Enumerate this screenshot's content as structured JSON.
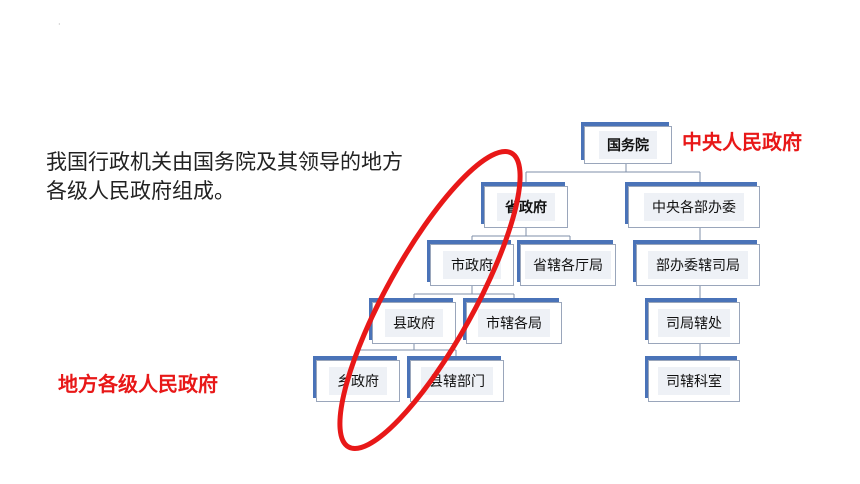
{
  "intro_text": "我国行政机关由国务院及其领导的地方各级人民政府组成。",
  "label_central": "中央人民政府",
  "label_local": "地方各级人民政府",
  "accent_color": "#e81818",
  "node_shadow_color": "#4a73b8",
  "nodes": {
    "state_council": "国务院",
    "provincial_gov": "省政府",
    "central_ministries": "中央各部办委",
    "municipal_gov": "市政府",
    "provincial_depts": "省辖各厅局",
    "ministry_bureaus": "部办委辖司局",
    "county_gov": "县政府",
    "municipal_bureaus": "市辖各局",
    "bureau_divisions": "司局辖处",
    "township_gov": "乡政府",
    "county_depts": "县辖部门",
    "division_sections": "司辖科室"
  }
}
